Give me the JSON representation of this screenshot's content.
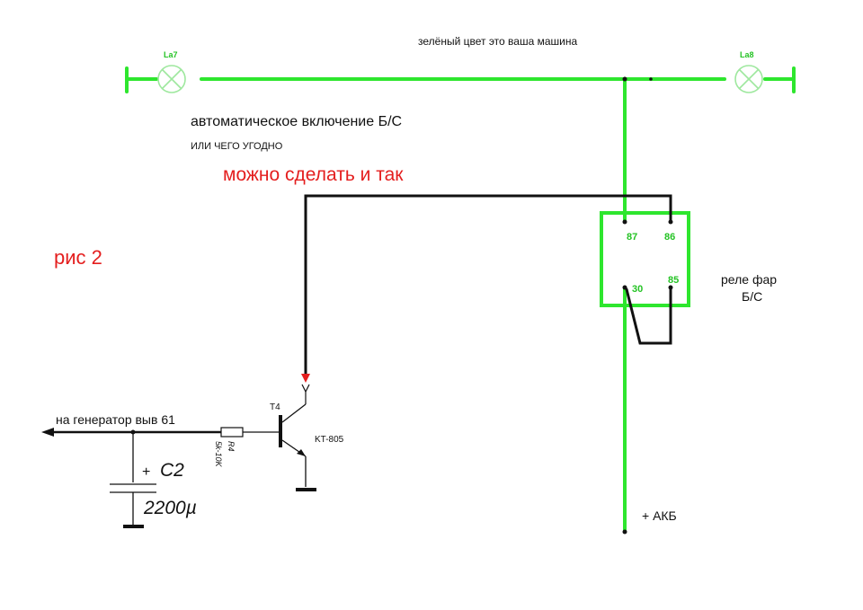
{
  "colors": {
    "green": "#2ee62e",
    "black": "#111111",
    "red": "#e41e1e",
    "lamp": "#9ee89e",
    "pin": "#25c325"
  },
  "lamps": {
    "left": "La7",
    "right": "La8"
  },
  "notes": {
    "green_note": "зелёный цвет это ваша машина",
    "auto_title": "автоматическое включение Б/С",
    "or_anything": "ИЛИ ЧЕГО УГОДНО",
    "can_do": "можно сделать  и так",
    "fig": "рис 2"
  },
  "relay": {
    "label_line1": "реле фар",
    "label_line2": "Б/С",
    "pins": {
      "p87": "87",
      "p86": "86",
      "p30": "30",
      "p85": "85"
    }
  },
  "transistor": {
    "name": "T4",
    "model": "KT-805"
  },
  "resistor": {
    "name": "R4",
    "value": "5k-10K"
  },
  "capacitor": {
    "name": "C2",
    "value": "2200µ",
    "plus": "+"
  },
  "generator": "на генератор выв 61",
  "battery": "+ АКБ"
}
